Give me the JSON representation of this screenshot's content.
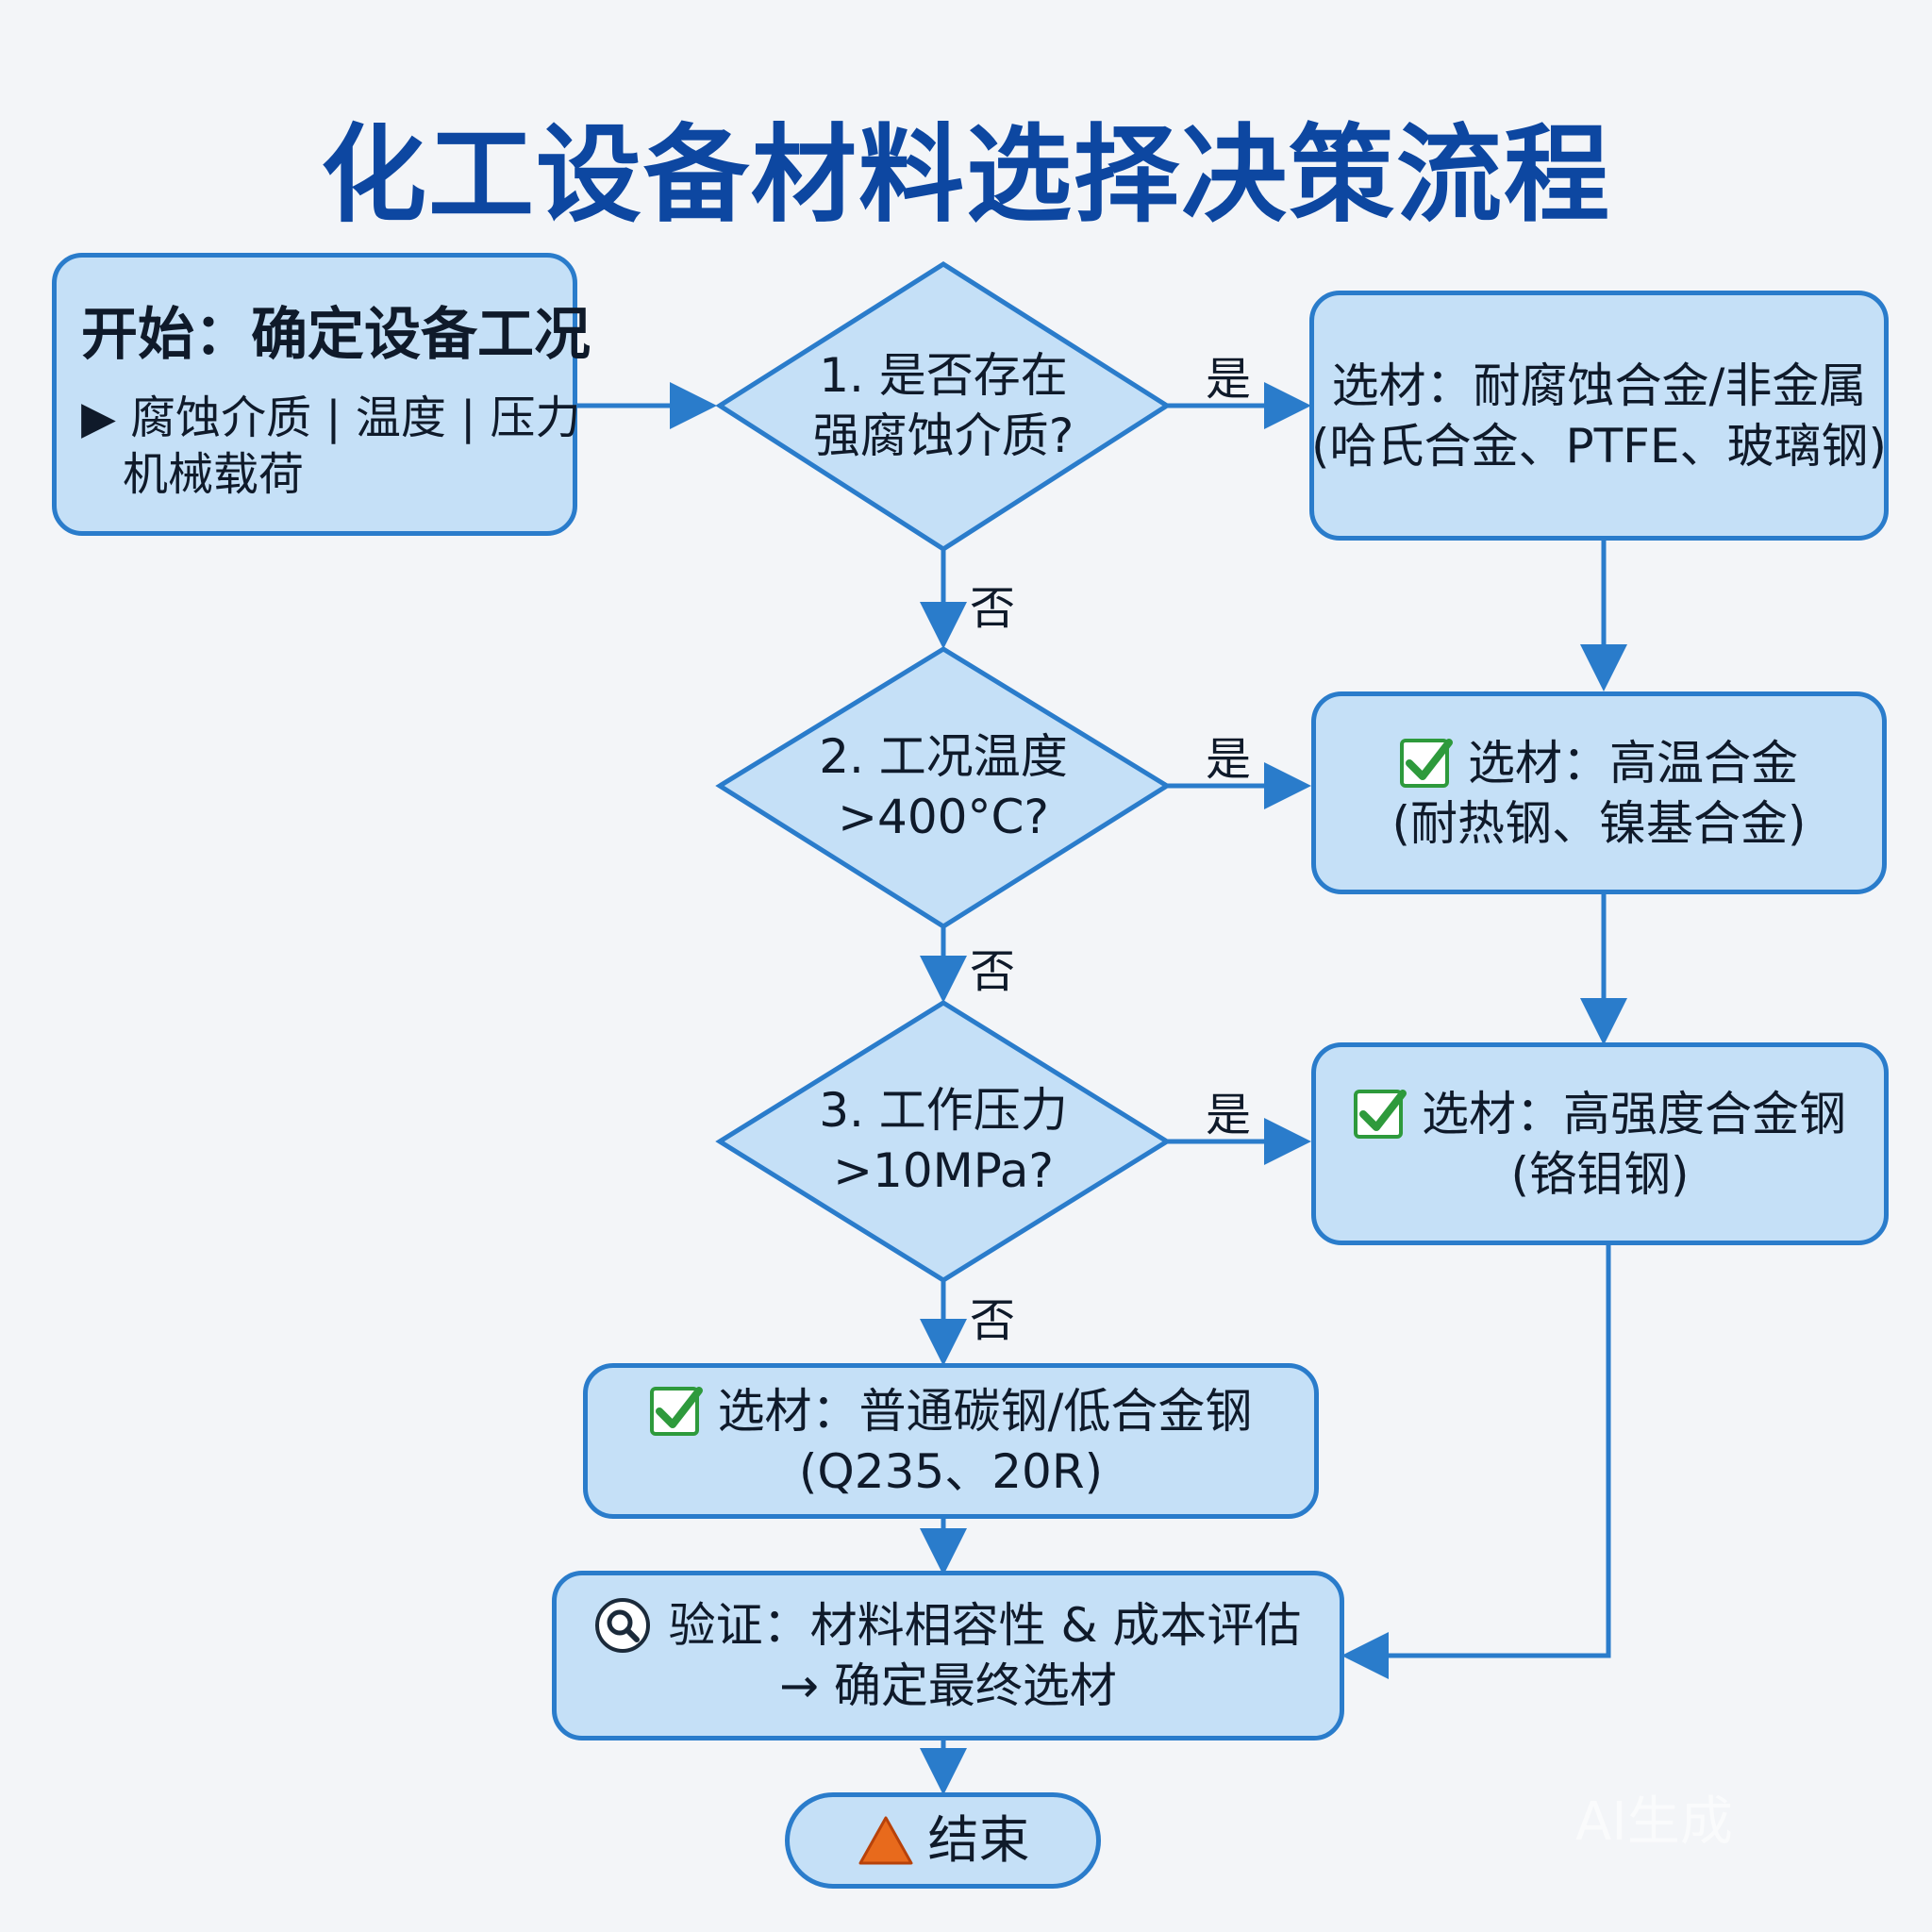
{
  "title": "化工设备材料选择决策流程",
  "start": {
    "title": "开始：确定设备工况",
    "line1": "▶ 腐蚀介质 | 温度 | 压力",
    "line2": "机械载荷"
  },
  "decisions": [
    {
      "line1": "1. 是否存在",
      "line2": "强腐蚀介质?"
    },
    {
      "line1": "2. 工况温度",
      "line2": ">400°C?"
    },
    {
      "line1": "3. 工作压力",
      "line2": ">10MPa?"
    }
  ],
  "labels": {
    "yes": "是",
    "no": "否"
  },
  "results": [
    {
      "line1": "选材：耐腐蚀合金/非金属",
      "line2": "(哈氏合金、PTFE、玻璃钢)"
    },
    {
      "line1": "选材：高温合金",
      "line2": "(耐热钢、镍基合金)",
      "icon": "check-icon"
    },
    {
      "line1": "选材：高强度合金钢",
      "line2": "(铬钼钢)",
      "icon": "check-icon"
    },
    {
      "line1": "选材：普通碳钢/低合金钢",
      "line2": "(Q235、20R)",
      "icon": "check-icon"
    }
  ],
  "verify": {
    "line1": "验证：材料相容性 & 成本评估",
    "line2": "→ 确定最终选材",
    "icon": "magnifier-icon"
  },
  "end": {
    "label": "结束",
    "icon": "warning-triangle-icon"
  },
  "watermark": "AI生成",
  "colors": {
    "node_fill": "#c5e0f7",
    "border": "#2a7ccb",
    "title": "#0d47a1",
    "check": "#2e9a3c",
    "warning": "#e86a1c"
  }
}
